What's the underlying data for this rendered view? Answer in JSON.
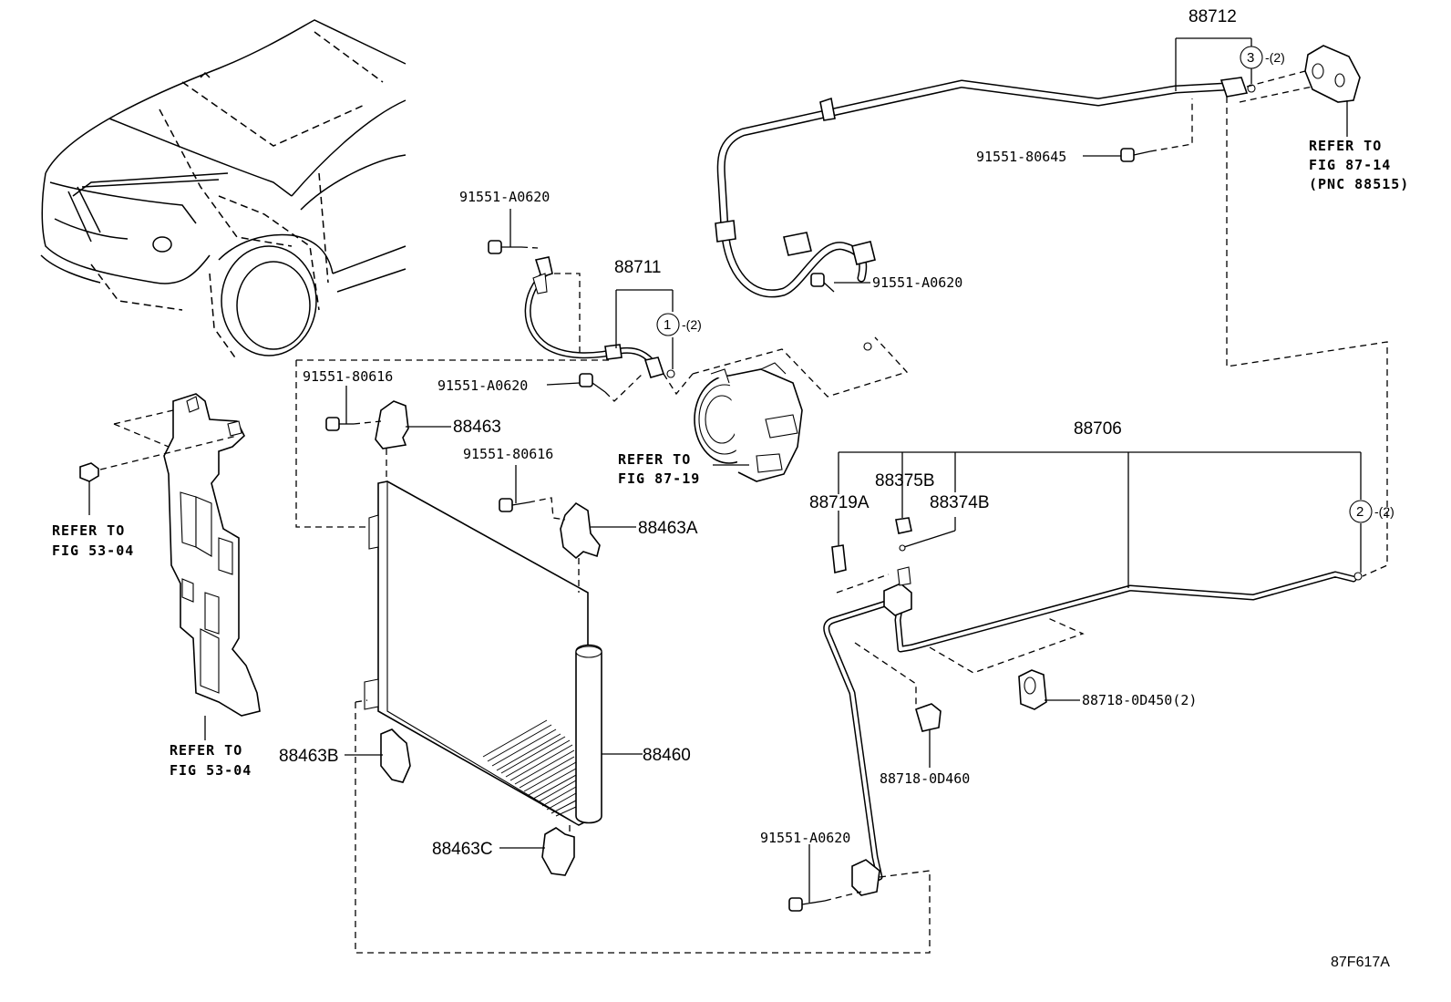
{
  "figure_code": "87F617A",
  "parts": {
    "p88712": "88712",
    "p88711": "88711",
    "p88706": "88706",
    "p88463": "88463",
    "p88463A": "88463A",
    "p88463B": "88463B",
    "p88463C": "88463C",
    "p88460": "88460",
    "p88375B": "88375B",
    "p88374B": "88374B",
    "p88719A": "88719A",
    "p88718_0D450": "88718-0D450",
    "p88718_0D450_qty": "(2)",
    "p88718_0D460": "88718-0D460"
  },
  "bolts": {
    "b91551_A0620_top": "91551-A0620",
    "b91551_A0620_mid": "91551-A0620",
    "b91551_A0620_right": "91551-A0620",
    "b91551_A0620_bottom": "91551-A0620",
    "b91551_80616_a": "91551-80616",
    "b91551_80616_b": "91551-80616",
    "b91551_80645": "91551-80645"
  },
  "callouts": [
    {
      "num": "1",
      "qty": "-(2)"
    },
    {
      "num": "2",
      "qty": "-(2)"
    },
    {
      "num": "3",
      "qty": "-(2)"
    }
  ],
  "references": {
    "fig_87_14": {
      "line1": "REFER TO",
      "line2": "FIG 87-14",
      "line3": "(PNC 88515)"
    },
    "fig_87_19": {
      "line1": "REFER TO",
      "line2": "FIG 87-19"
    },
    "fig_53_04_top": {
      "line1": "REFER TO",
      "line2": "FIG 53-04"
    },
    "fig_53_04_bottom": {
      "line1": "REFER TO",
      "line2": "FIG 53-04"
    }
  }
}
